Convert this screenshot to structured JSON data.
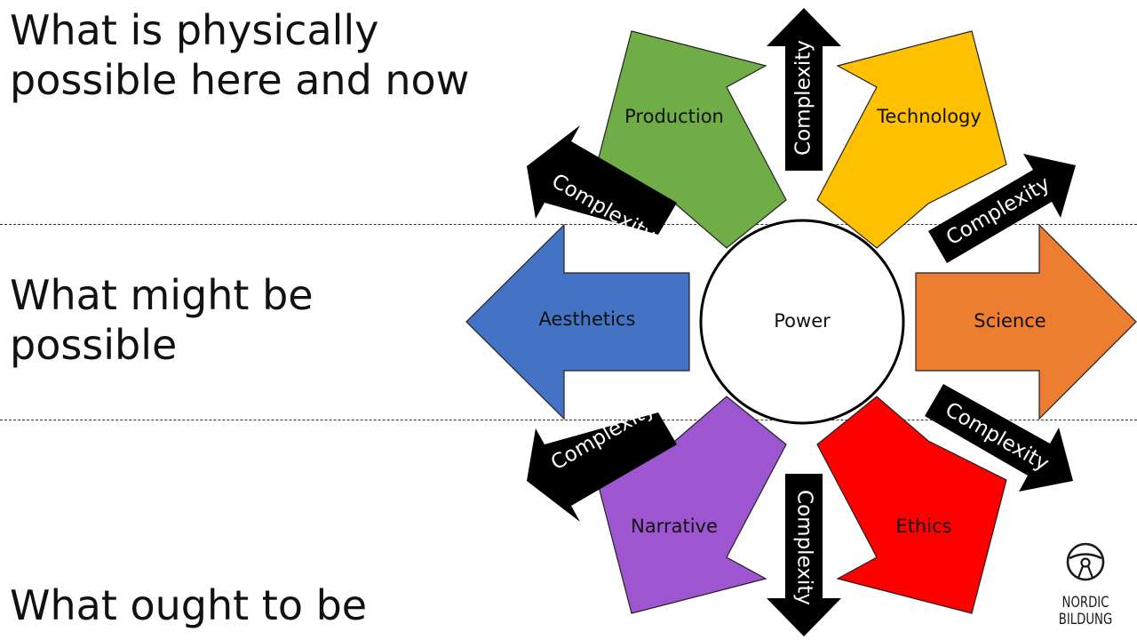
{
  "levels": {
    "top": "What is physically\npossible here and now",
    "middle": "What might be\npossible",
    "bottom": "What ought to be"
  },
  "center": {
    "label": "Power"
  },
  "arrows": [
    {
      "id": "production",
      "label": "Production",
      "color": "#70ad47"
    },
    {
      "id": "technology",
      "label": "Technology",
      "color": "#ffc000"
    },
    {
      "id": "aesthetics",
      "label": "Aesthetics",
      "color": "#4472c4"
    },
    {
      "id": "science",
      "label": "Science",
      "color": "#ed7d31"
    },
    {
      "id": "narrative",
      "label": "Narrative",
      "color": "#9e55d0"
    },
    {
      "id": "ethics",
      "label": "Ethics",
      "color": "#ff0000"
    }
  ],
  "complexity_label": "Complexity",
  "complexity_color": "#000000",
  "logo": {
    "line1": "NORDIC",
    "line2": "BILDUNG"
  }
}
